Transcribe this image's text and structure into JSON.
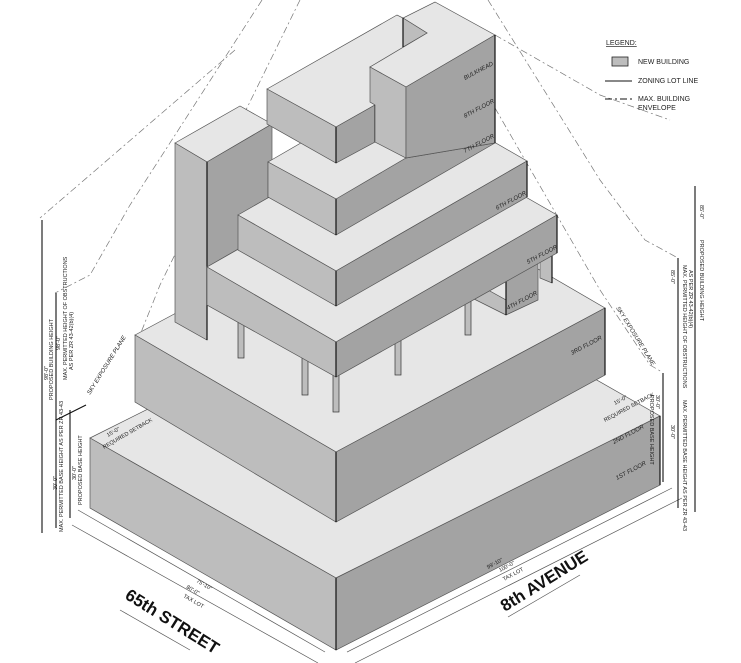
{
  "legend": {
    "title": "LEGEND:",
    "items": [
      {
        "symbol": "gray-box",
        "label": "NEW BUILDING"
      },
      {
        "symbol": "solid-line",
        "label": "ZONING LOT LINE"
      },
      {
        "symbol": "dash-dot-line",
        "label": "MAX. BUILDING",
        "label2": "ENVELOPE"
      }
    ]
  },
  "floors": {
    "bulkhead": "BULKHEAD",
    "f8": "8TH FLOOR",
    "f7": "7TH FLOOR",
    "f6": "6TH FLOOR",
    "f5": "5TH FLOOR",
    "f4": "4TH FLOOR",
    "f3": "3RD FLOOR",
    "f2": "2ND FLOOR",
    "f1": "1ST FLOOR"
  },
  "streets": {
    "left": "65th STREET",
    "right": "8th AVENUE"
  },
  "dimensions": {
    "left": {
      "building_height_val": "98'-0\"",
      "building_height_lbl": "PROPOSED BUILDING HEIGHT",
      "obstruction_val": "98'-0\"",
      "obstruction_lbl": "MAX. PERMITTED HEIGHT OF OBSTRUCTIONS",
      "obstruction_ref": "AS PER ZR 43-42(b)(4)",
      "max_base_val": "30'-0\"",
      "max_base_lbl": "MAX. PERMITTED BASE HEIGHT AS PER ZR 43-43",
      "prop_base_val": "30'-0\"",
      "prop_base_lbl": "PROPOSED BASE HEIGHT",
      "sky_plane": "SKY EXPOSURE PLANE",
      "setback_val": "15'-0\"",
      "setback_lbl": "REQUIRED SETBACK",
      "frontage_val": "75'-10\"",
      "lot_val": "80'-0\"",
      "lot_lbl": "TAX LOT"
    },
    "right": {
      "building_height_val": "85'-0\"",
      "building_height_lbl": "PROPOSED BUILDING HEIGHT",
      "obstruction_val": "85'-0\"",
      "obstruction_lbl": "MAX. PERMITTED HEIGHT OF OBSTRUCTIONS",
      "obstruction_ref": "AS PER ZR 43-42(b)(4)",
      "max_base_val": "30'-0\"",
      "max_base_lbl": "MAX. PERMITTED BASE HEIGHT AS PER ZR 43-43",
      "prop_base_val": "30'-0\"",
      "prop_base_lbl": "PROPOSED BASE HEIGHT",
      "sky_plane": "SKY EXPOSURE PLANE",
      "setback_val": "15'-0\"",
      "setback_lbl": "REQUIRED SETBACK",
      "frontage_val": "99'-10\"",
      "lot_val": "100'-0\"",
      "lot_lbl": "TAX LOT"
    }
  },
  "colors": {
    "top": "#e6e6e6",
    "left_face": "#bdbdbd",
    "right_face": "#a3a3a3"
  }
}
